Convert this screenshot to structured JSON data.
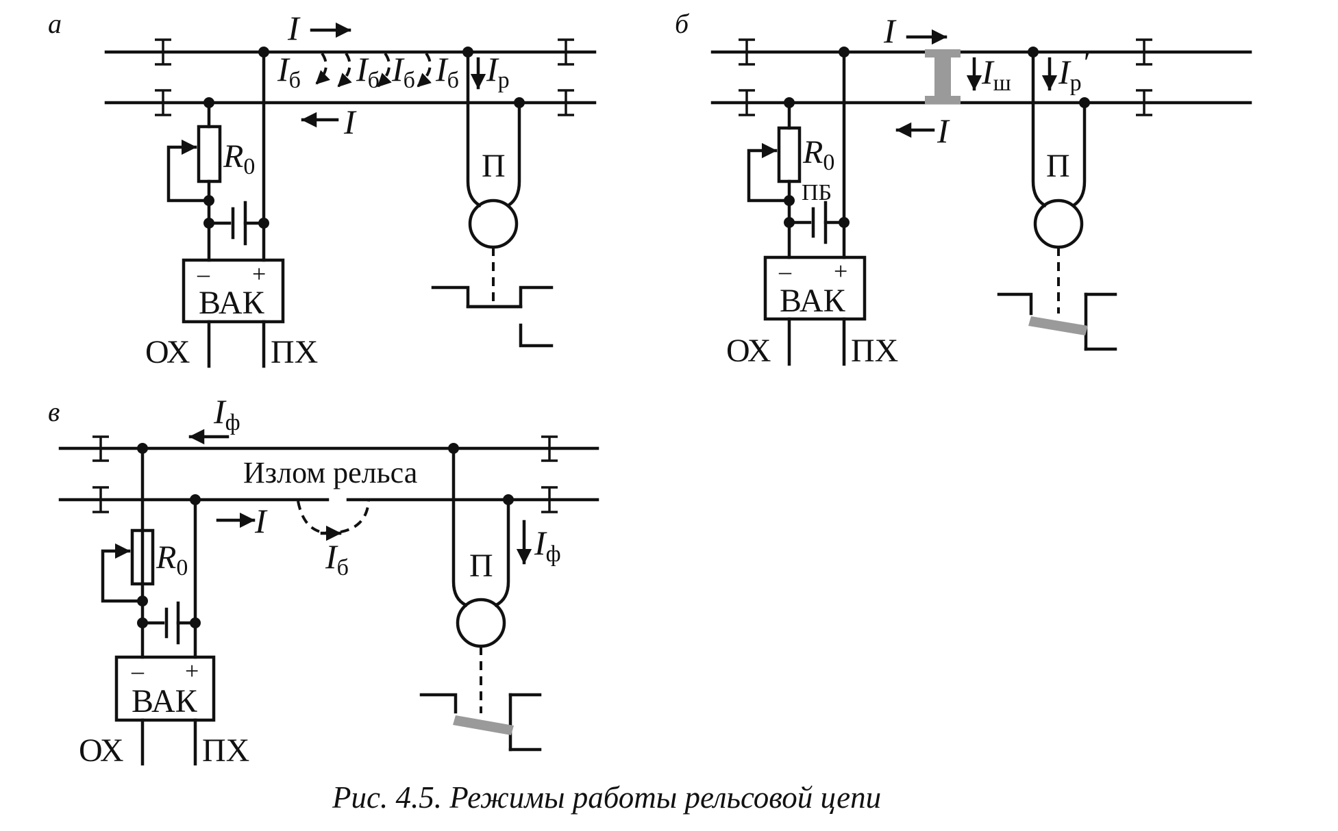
{
  "panels": {
    "a": {
      "letter": "а",
      "current_I": "I",
      "current_Ib": "I",
      "current_Ib_sub": "б",
      "current_Ir": "I",
      "current_Ir_sub": "р",
      "resistor": "R",
      "resistor_sub": "0",
      "source_minus": "–",
      "source_plus": "+",
      "source": "ВАК",
      "ox": "ОХ",
      "px": "ПХ",
      "relay": "П"
    },
    "b": {
      "letter": "б",
      "current_I": "I",
      "current_Ish": "I",
      "current_Ish_sub": "ш",
      "current_Ir": "I",
      "current_Ir_sub": "р",
      "current_Ir_prime": "′",
      "resistor": "R",
      "resistor_sub": "0",
      "battery": "ПБ",
      "source_minus": "–",
      "source_plus": "+",
      "source": "ВАК",
      "ox": "ОХ",
      "px": "ПХ",
      "relay": "П"
    },
    "v": {
      "letter": "в",
      "current_If": "I",
      "current_If_sub": "ф",
      "current_I": "I",
      "current_Ib": "I",
      "current_Ib_sub": "б",
      "rail_break": "Излом рельса",
      "resistor": "R",
      "resistor_sub": "0",
      "source_minus": "–",
      "source_plus": "+",
      "source": "ВАК",
      "ox": "ОХ",
      "px": "ПХ",
      "relay": "П"
    }
  },
  "caption": "Рис. 4.5. Режимы работы рельсовой цепи"
}
